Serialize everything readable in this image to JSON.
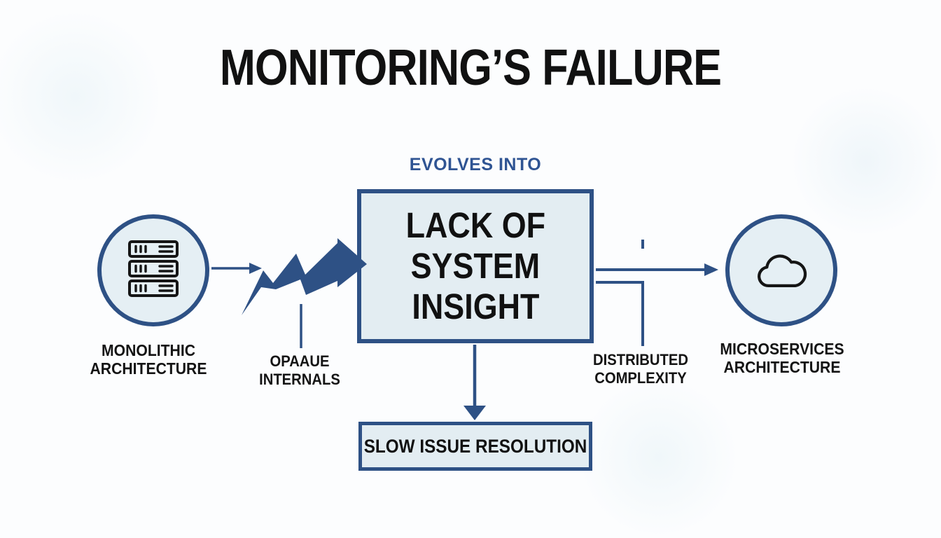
{
  "title": "MONITORING’S FAILURE",
  "flow": {
    "evolves_label": "EVOLVES INTO",
    "center_box": {
      "lines": [
        "LACK OF",
        "SYSTEM",
        "INSIGHT"
      ]
    },
    "bottom_box": {
      "label": "SLOW ISSUE RESOLUTION"
    },
    "left_node": {
      "icon": "server-rack-icon",
      "label_lines": [
        "MONOLITHIC",
        "ARCHITECTURE"
      ]
    },
    "right_node": {
      "icon": "cloud-icon",
      "label_lines": [
        "MICROSERVICES",
        "ARCHITECTURE"
      ]
    },
    "annotations": {
      "opaque_internals": {
        "label_lines": [
          "OPAAUE",
          "INTERNALS"
        ]
      },
      "distributed_complexity": {
        "label_lines": [
          "DISTRIBUTED",
          "COMPLEXITY"
        ]
      }
    }
  },
  "colors": {
    "accent_blue": "#2e5185",
    "evolves_text": "#2f5493",
    "box_fill": "#e3edf2",
    "node_fill": "#e5eff4",
    "text_black": "#141414",
    "background": "#fcfdfe"
  }
}
